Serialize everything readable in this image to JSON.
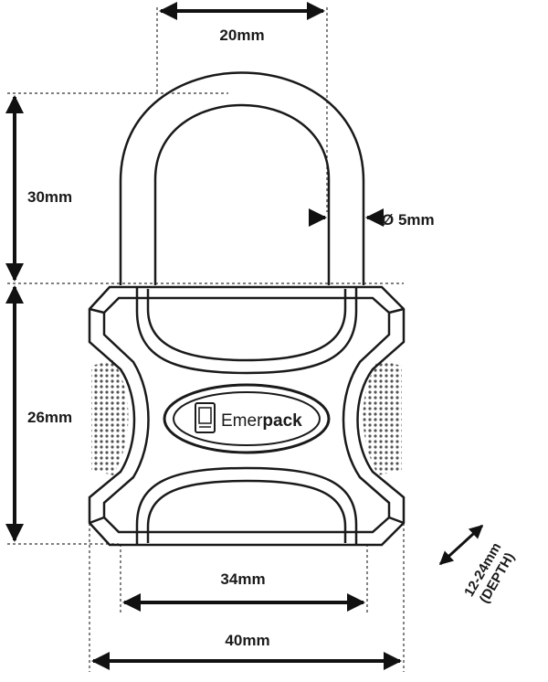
{
  "dimensions": {
    "shackle_width": "20mm",
    "shackle_height": "30mm",
    "shackle_diameter": "Ø 5mm",
    "body_height": "26mm",
    "inner_width": "34mm",
    "body_width": "40mm",
    "depth_line1": "12-24mm",
    "depth_line2": "(DEPTH)"
  },
  "brand": {
    "part1": "Emer",
    "part2": "pack"
  },
  "colors": {
    "line": "#1a1a1a",
    "dots": "#555555"
  }
}
